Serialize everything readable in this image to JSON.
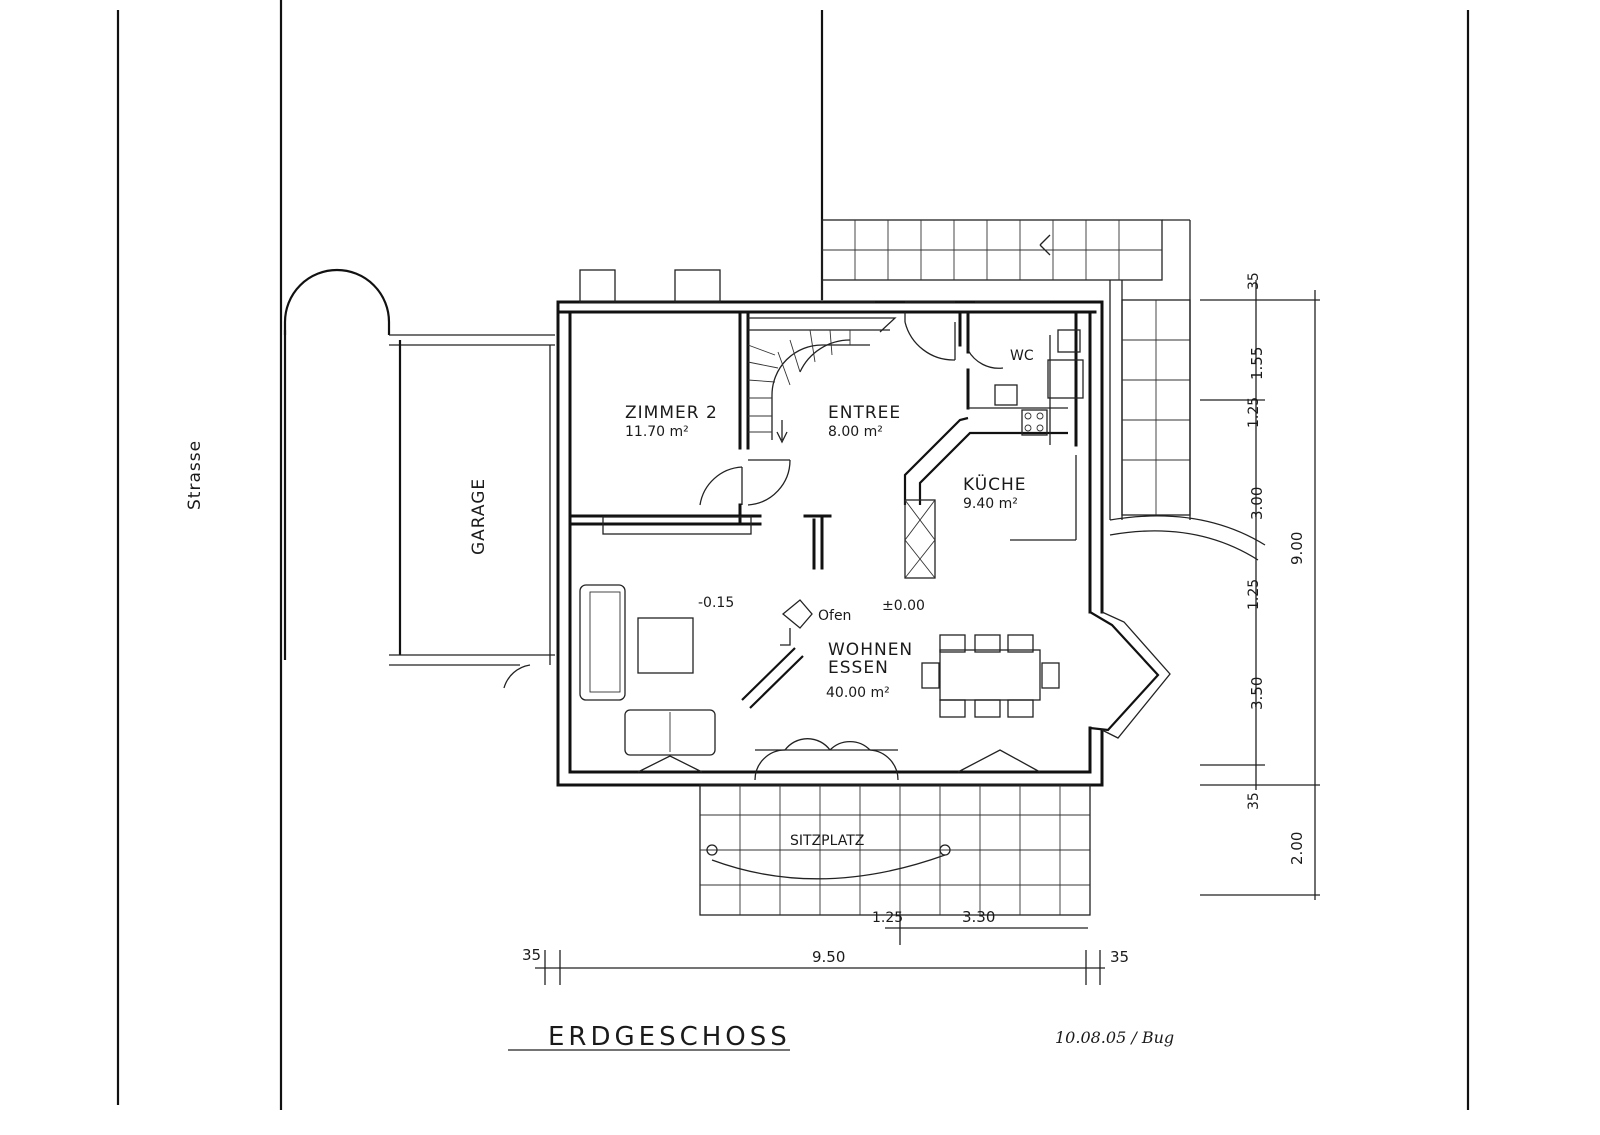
{
  "sheet": {
    "title": "ERDGESCHOSS",
    "date_signature": "10.08.05 / Bug",
    "street_label": "Strasse"
  },
  "rooms": {
    "garage": "GARAGE",
    "zimmer": {
      "name": "ZIMMER 2",
      "area": "11.70 m²"
    },
    "entree": {
      "name": "ENTREE",
      "area": "8.00 m²"
    },
    "wc": "WC",
    "kueche": {
      "name": "KÜCHE",
      "area": "9.40 m²"
    },
    "wohnen": {
      "name": "WOHNEN",
      "name2": "ESSEN",
      "area": "40.00 m²"
    },
    "ofen": "Ofen",
    "sitzplatz": "SITZPLATZ"
  },
  "levels": {
    "living": "-0.15",
    "main": "±0.00"
  },
  "dimensions": {
    "horizontal": [
      "35",
      "9.50",
      "35"
    ],
    "terrace_width": "3.30",
    "terrace_offset": "1.25",
    "vertical_inner": [
      "35",
      "1.55",
      "1.25",
      "3.00",
      "1.25",
      "3.50",
      "35"
    ],
    "vertical_total": "9.00",
    "vertical_terrace": "2.00"
  }
}
